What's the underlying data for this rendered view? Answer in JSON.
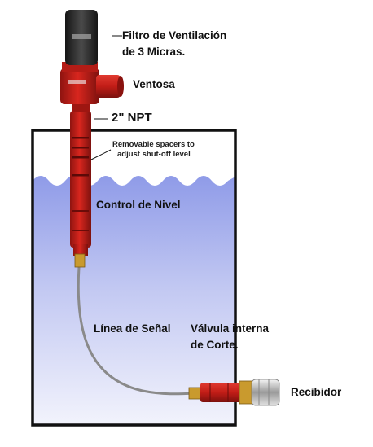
{
  "labels": {
    "filter_line1": "Filtro de Ventilación",
    "filter_line2": "de 3 Micras.",
    "vent": "Ventosa",
    "npt": "2\" NPT",
    "spacers_line1": "Removable spacers to",
    "spacers_line2": "adjust shut-off level",
    "level_control": "Control de Nivel",
    "signal_line": "Línea de Señal",
    "valve_line1": "Válvula interna",
    "valve_line2": "de Corte.",
    "receiver": "Recibidor"
  },
  "colors": {
    "tank_outline": "#111111",
    "liquid": "#a9b4ee",
    "device_red": "#c8201b",
    "filter_black": "#2a2a2a",
    "brass": "#c99a2e"
  }
}
